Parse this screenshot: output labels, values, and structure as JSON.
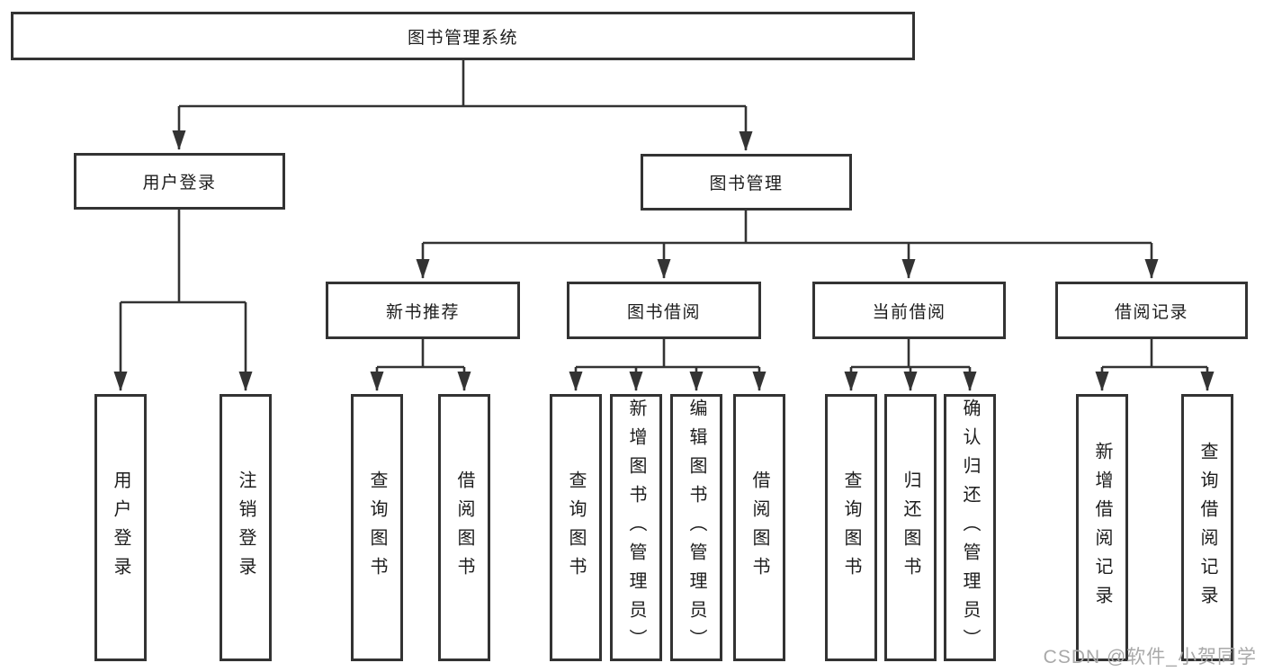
{
  "diagram_type": "tree",
  "root": {
    "label": "图书管理系统"
  },
  "level2": [
    {
      "label": "用户登录"
    },
    {
      "label": "图书管理"
    }
  ],
  "level3": [
    {
      "label": "新书推荐",
      "parent": "图书管理"
    },
    {
      "label": "图书借阅",
      "parent": "图书管理"
    },
    {
      "label": "当前借阅",
      "parent": "图书管理"
    },
    {
      "label": "借阅记录",
      "parent": "图书管理"
    }
  ],
  "leaves": [
    {
      "label": "用户登录",
      "parent": "用户登录"
    },
    {
      "label": "注销登录",
      "parent": "用户登录"
    },
    {
      "label": "查询图书",
      "parent": "新书推荐"
    },
    {
      "label": "借阅图书",
      "parent": "新书推荐"
    },
    {
      "label": "查询图书",
      "parent": "图书借阅"
    },
    {
      "label": "新增图书（管理员）",
      "parent": "图书借阅"
    },
    {
      "label": "编辑图书（管理员）",
      "parent": "图书借阅"
    },
    {
      "label": "借阅图书",
      "parent": "图书借阅"
    },
    {
      "label": "查询图书",
      "parent": "当前借阅"
    },
    {
      "label": "归还图书",
      "parent": "当前借阅"
    },
    {
      "label": "确认归还（管理员）",
      "parent": "当前借阅"
    },
    {
      "label": "新增借阅记录",
      "parent": "借阅记录"
    },
    {
      "label": "查询借阅记录",
      "parent": "借阅记录"
    }
  ],
  "watermark": "CSDN @软件_小贺同学",
  "colors": {
    "line": "#333333",
    "text": "#1d1d1d",
    "background": "#ffffff",
    "watermark": "#a9a9a9"
  }
}
